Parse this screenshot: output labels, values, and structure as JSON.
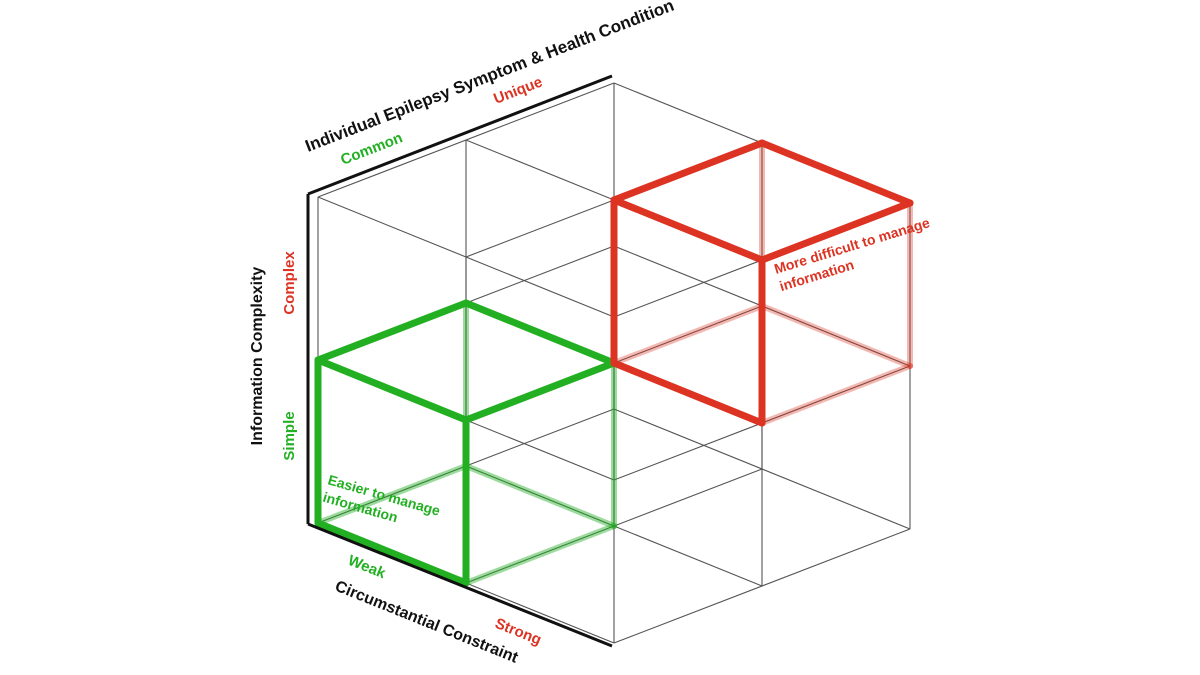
{
  "axes": {
    "depth": {
      "title": "Individual Epilepsy Symptom & Health Condition",
      "low": "Common",
      "high": "Unique"
    },
    "vertical": {
      "title": "Information Complexity",
      "low": "Simple",
      "high": "Complex"
    },
    "horizontal": {
      "title": "Circumstantial Constraint",
      "low": "Weak",
      "high": "Strong"
    }
  },
  "cubes": {
    "easy": {
      "label_line1": "Easier to manage",
      "label_line2": "information"
    },
    "hard": {
      "label_line1": "More difficult to manage",
      "label_line2": "information"
    }
  },
  "colors": {
    "black": "#111111",
    "grid": "#555555",
    "green": "#22b022",
    "red": "#dd3322"
  }
}
